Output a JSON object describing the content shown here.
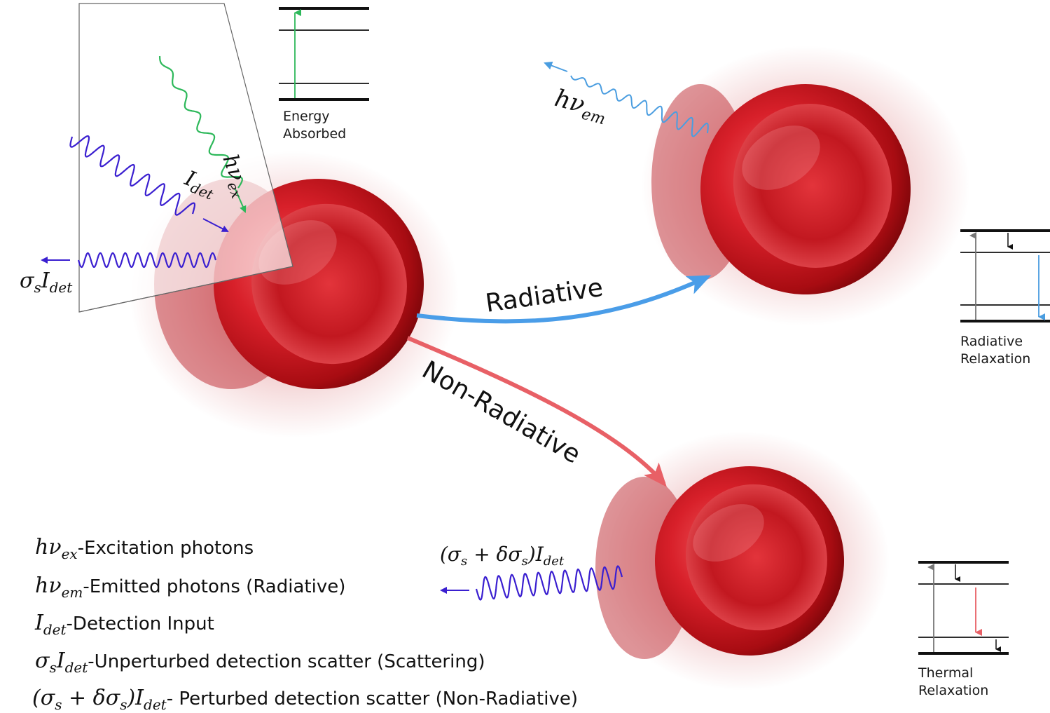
{
  "panel_absorb": {
    "excitation_symbol": "hν",
    "excitation_sub": "ex",
    "detection_symbol": "I",
    "detection_sub": "det",
    "scatter_symbol": "σ",
    "scatter_sub": "s",
    "scatter_symbol2": "I",
    "scatter_sub2": "det",
    "energy_label_line1": "Energy",
    "energy_label_line2": "Absorbed"
  },
  "pathways": {
    "radiative": "Radiative",
    "non_radiative": "Non-Radiative"
  },
  "panel_radiative": {
    "emission_symbol": "hν",
    "emission_sub": "em",
    "relax_label_line1": "Radiative",
    "relax_label_line2": "Relaxation"
  },
  "panel_thermal": {
    "perturbed_symbol_pre": "(σ",
    "perturbed_sub1": "s",
    "perturbed_mid": " + δσ",
    "perturbed_sub2": "s",
    "perturbed_post": ")I",
    "perturbed_sub3": "det",
    "relax_label_line1": "Thermal",
    "relax_label_line2": "Relaxation"
  },
  "legend": [
    {
      "sym": "hν",
      "sub": "ex",
      "text": "-Excitation photons"
    },
    {
      "sym": "hν",
      "sub": "em",
      "text": "-Emitted photons (Radiative)"
    },
    {
      "sym": "I",
      "sub": "det",
      "text": "-Detection Input"
    },
    {
      "sym": "σ",
      "sub": "s",
      "sym2": "I",
      "sub2": "det",
      "text": "-Unperturbed detection scatter (Scattering)"
    },
    {
      "sym": "(σ",
      "sub": "s",
      "mid": " + δσ",
      "sub_b": "s",
      "post": ")I",
      "sub2": "det",
      "text": "- Perturbed detection scatter (Non-Radiative)"
    }
  ],
  "colors": {
    "excitation": "#2db85a",
    "detection": "#3a1fd0",
    "emission": "#4a9de0",
    "radiative_arrow": "#4a9de8",
    "nonradiative_arrow": "#e86066",
    "cell": "#c8141a"
  },
  "icons": [
    "red-blood-cell",
    "wavy-photon",
    "energy-level-diagram"
  ]
}
